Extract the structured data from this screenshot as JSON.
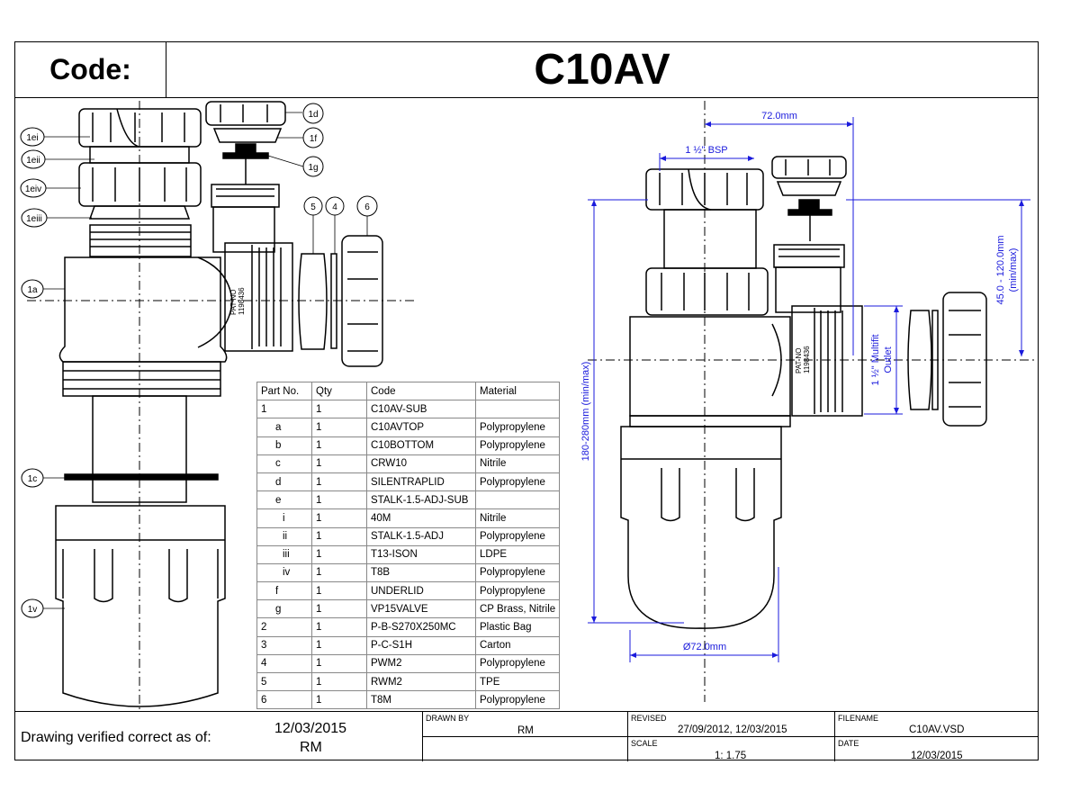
{
  "header": {
    "code_label": "Code:",
    "code_value": "C10AV"
  },
  "callouts": {
    "c1d": "1d",
    "c1f": "1f",
    "c1g": "1g",
    "c1ei": "1ei",
    "c1eii": "1eii",
    "c1eiv": "1eiv",
    "c1eiii": "1eiii",
    "c1a": "1a",
    "c1c": "1c",
    "c1v": "1v",
    "c5": "5",
    "c4": "4",
    "c6": "6"
  },
  "patent_left": [
    "PAT NO",
    "1198436"
  ],
  "patent_right": [
    "PAT NO",
    "1198436"
  ],
  "dimensions": {
    "width_top": "72.0mm",
    "bsp": "1 ½\" BSP",
    "height_total": "180-280mm (min/max)",
    "height_outlet": [
      "45.0 - 120.0mm",
      "(min/max)"
    ],
    "outlet": [
      "1 ½\" Multifit",
      "Outlet"
    ],
    "diameter_bottom": "Ø72.0mm"
  },
  "parts_table": {
    "headers": [
      "Part No.",
      "Qty",
      "Code",
      "Material"
    ],
    "rows": [
      [
        "1",
        "1",
        "C10AV-SUB",
        ""
      ],
      [
        "a",
        "1",
        "C10AVTOP",
        "Polypropylene"
      ],
      [
        "b",
        "1",
        "C10BOTTOM",
        "Polypropylene"
      ],
      [
        "c",
        "1",
        "CRW10",
        "Nitrile"
      ],
      [
        "d",
        "1",
        "SILENTRAPLID",
        "Polypropylene"
      ],
      [
        "e",
        "1",
        "STALK-1.5-ADJ-SUB",
        ""
      ],
      [
        "i",
        "1",
        "40M",
        "Nitrile"
      ],
      [
        "ii",
        "1",
        "STALK-1.5-ADJ",
        "Polypropylene"
      ],
      [
        "iii",
        "1",
        "T13-ISON",
        "LDPE"
      ],
      [
        "iv",
        "1",
        "T8B",
        "Polypropylene"
      ],
      [
        "f",
        "1",
        "UNDERLID",
        "Polypropylene"
      ],
      [
        "g",
        "1",
        "VP15VALVE",
        "CP Brass, Nitrile"
      ],
      [
        "2",
        "1",
        "P-B-S270X250MC",
        "Plastic Bag"
      ],
      [
        "3",
        "1",
        "P-C-S1H",
        "Carton"
      ],
      [
        "4",
        "1",
        "PWM2",
        "Polypropylene"
      ],
      [
        "5",
        "1",
        "RWM2",
        "TPE"
      ],
      [
        "6",
        "1",
        "T8M",
        "Polypropylene"
      ]
    ]
  },
  "footer": {
    "verified_label": "Drawing verified  correct as of:",
    "verified_date": "12/03/2015",
    "verified_by": "RM",
    "drawn_by_label": "DRAWN BY",
    "drawn_by": "RM",
    "revised_label": "REVISED",
    "revised": "27/09/2012, 12/03/2015",
    "scale_label": "SCALE",
    "scale": "1: 1.75",
    "filename_label": "FILENAME",
    "filename": "C10AV.VSD",
    "date_label": "DATE",
    "date": "12/03/2015"
  },
  "colors": {
    "dimension": "#1a1adc",
    "line": "#000000"
  }
}
